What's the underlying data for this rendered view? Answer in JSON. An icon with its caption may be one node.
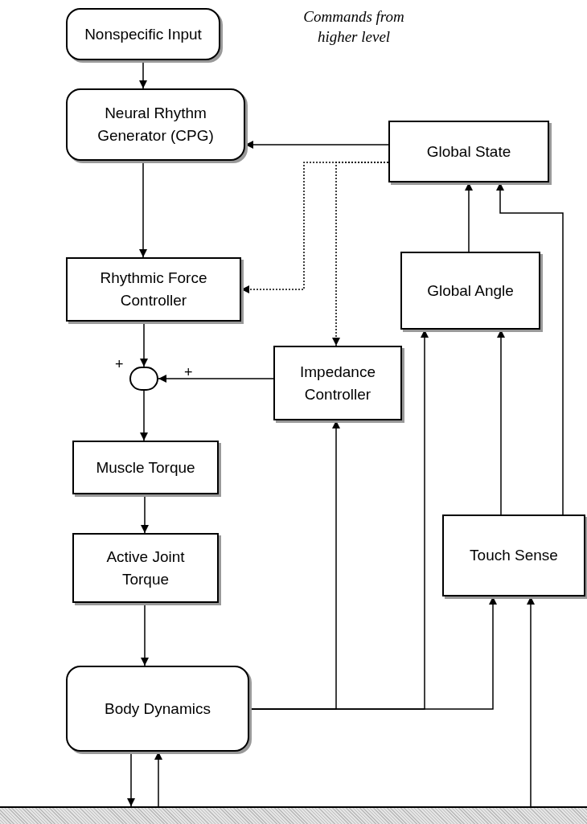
{
  "diagram": {
    "nodes": [
      {
        "text": [
          "Nonspecific Input"
        ]
      },
      {
        "text": [
          "Neural Rhythm Generator (CPG)"
        ]
      },
      {
        "text": [
          "Global State"
        ]
      },
      {
        "text": [
          "Rhythmic Force Controller"
        ]
      },
      {
        "text": [
          "Global Angle"
        ]
      },
      {
        "text": [
          "Impedance Controller"
        ]
      },
      {
        "text": [],
        "shape": "circle"
      },
      {
        "text": [
          "Muscle Torque"
        ]
      },
      {
        "text": [
          "Active Joint Torque"
        ]
      },
      {
        "text": [
          "Touch Sense"
        ]
      },
      {
        "text": [
          "Body Dynamics"
        ]
      },
      {
        "text": [],
        "shape": "bar"
      }
    ],
    "edges": [
      {
        "from": 0,
        "to": 1,
        "arrow": "to"
      },
      {
        "from": 2,
        "to": 1,
        "arrow": "to"
      },
      {
        "from": 2,
        "to": 3,
        "arrow": "to",
        "style": "dashed"
      },
      {
        "from": 2,
        "to": 5,
        "arrow": "to",
        "style": "dashed"
      },
      {
        "from": 1,
        "to": 3,
        "arrow": "to"
      },
      {
        "from": 3,
        "to": 6,
        "arrow": "to"
      },
      {
        "from": 5,
        "to": 6,
        "arrow": "to"
      },
      {
        "from": 6,
        "to": 7,
        "arrow": "to"
      },
      {
        "from": 7,
        "to": 8,
        "arrow": "to"
      },
      {
        "from": 8,
        "to": 10,
        "arrow": "to"
      },
      {
        "from": 4,
        "to": 2,
        "arrow": "to"
      },
      {
        "from": 9,
        "to": 2,
        "arrow": "to"
      },
      {
        "from": 9,
        "to": 4,
        "arrow": "to"
      },
      {
        "from": 10,
        "to": 5,
        "arrow": "to"
      },
      {
        "from": 10,
        "to": 4,
        "arrow": "to"
      },
      {
        "from": 10,
        "to": 9,
        "arrow": "to"
      },
      {
        "from": 11,
        "to": 9,
        "arrow": "to"
      },
      {
        "from": 10,
        "to": 11,
        "arrow": "to"
      },
      {
        "from": 11,
        "to": 10,
        "arrow": "to"
      }
    ],
    "labels": [
      "Commands from higher level",
      "+",
      "+"
    ]
  }
}
